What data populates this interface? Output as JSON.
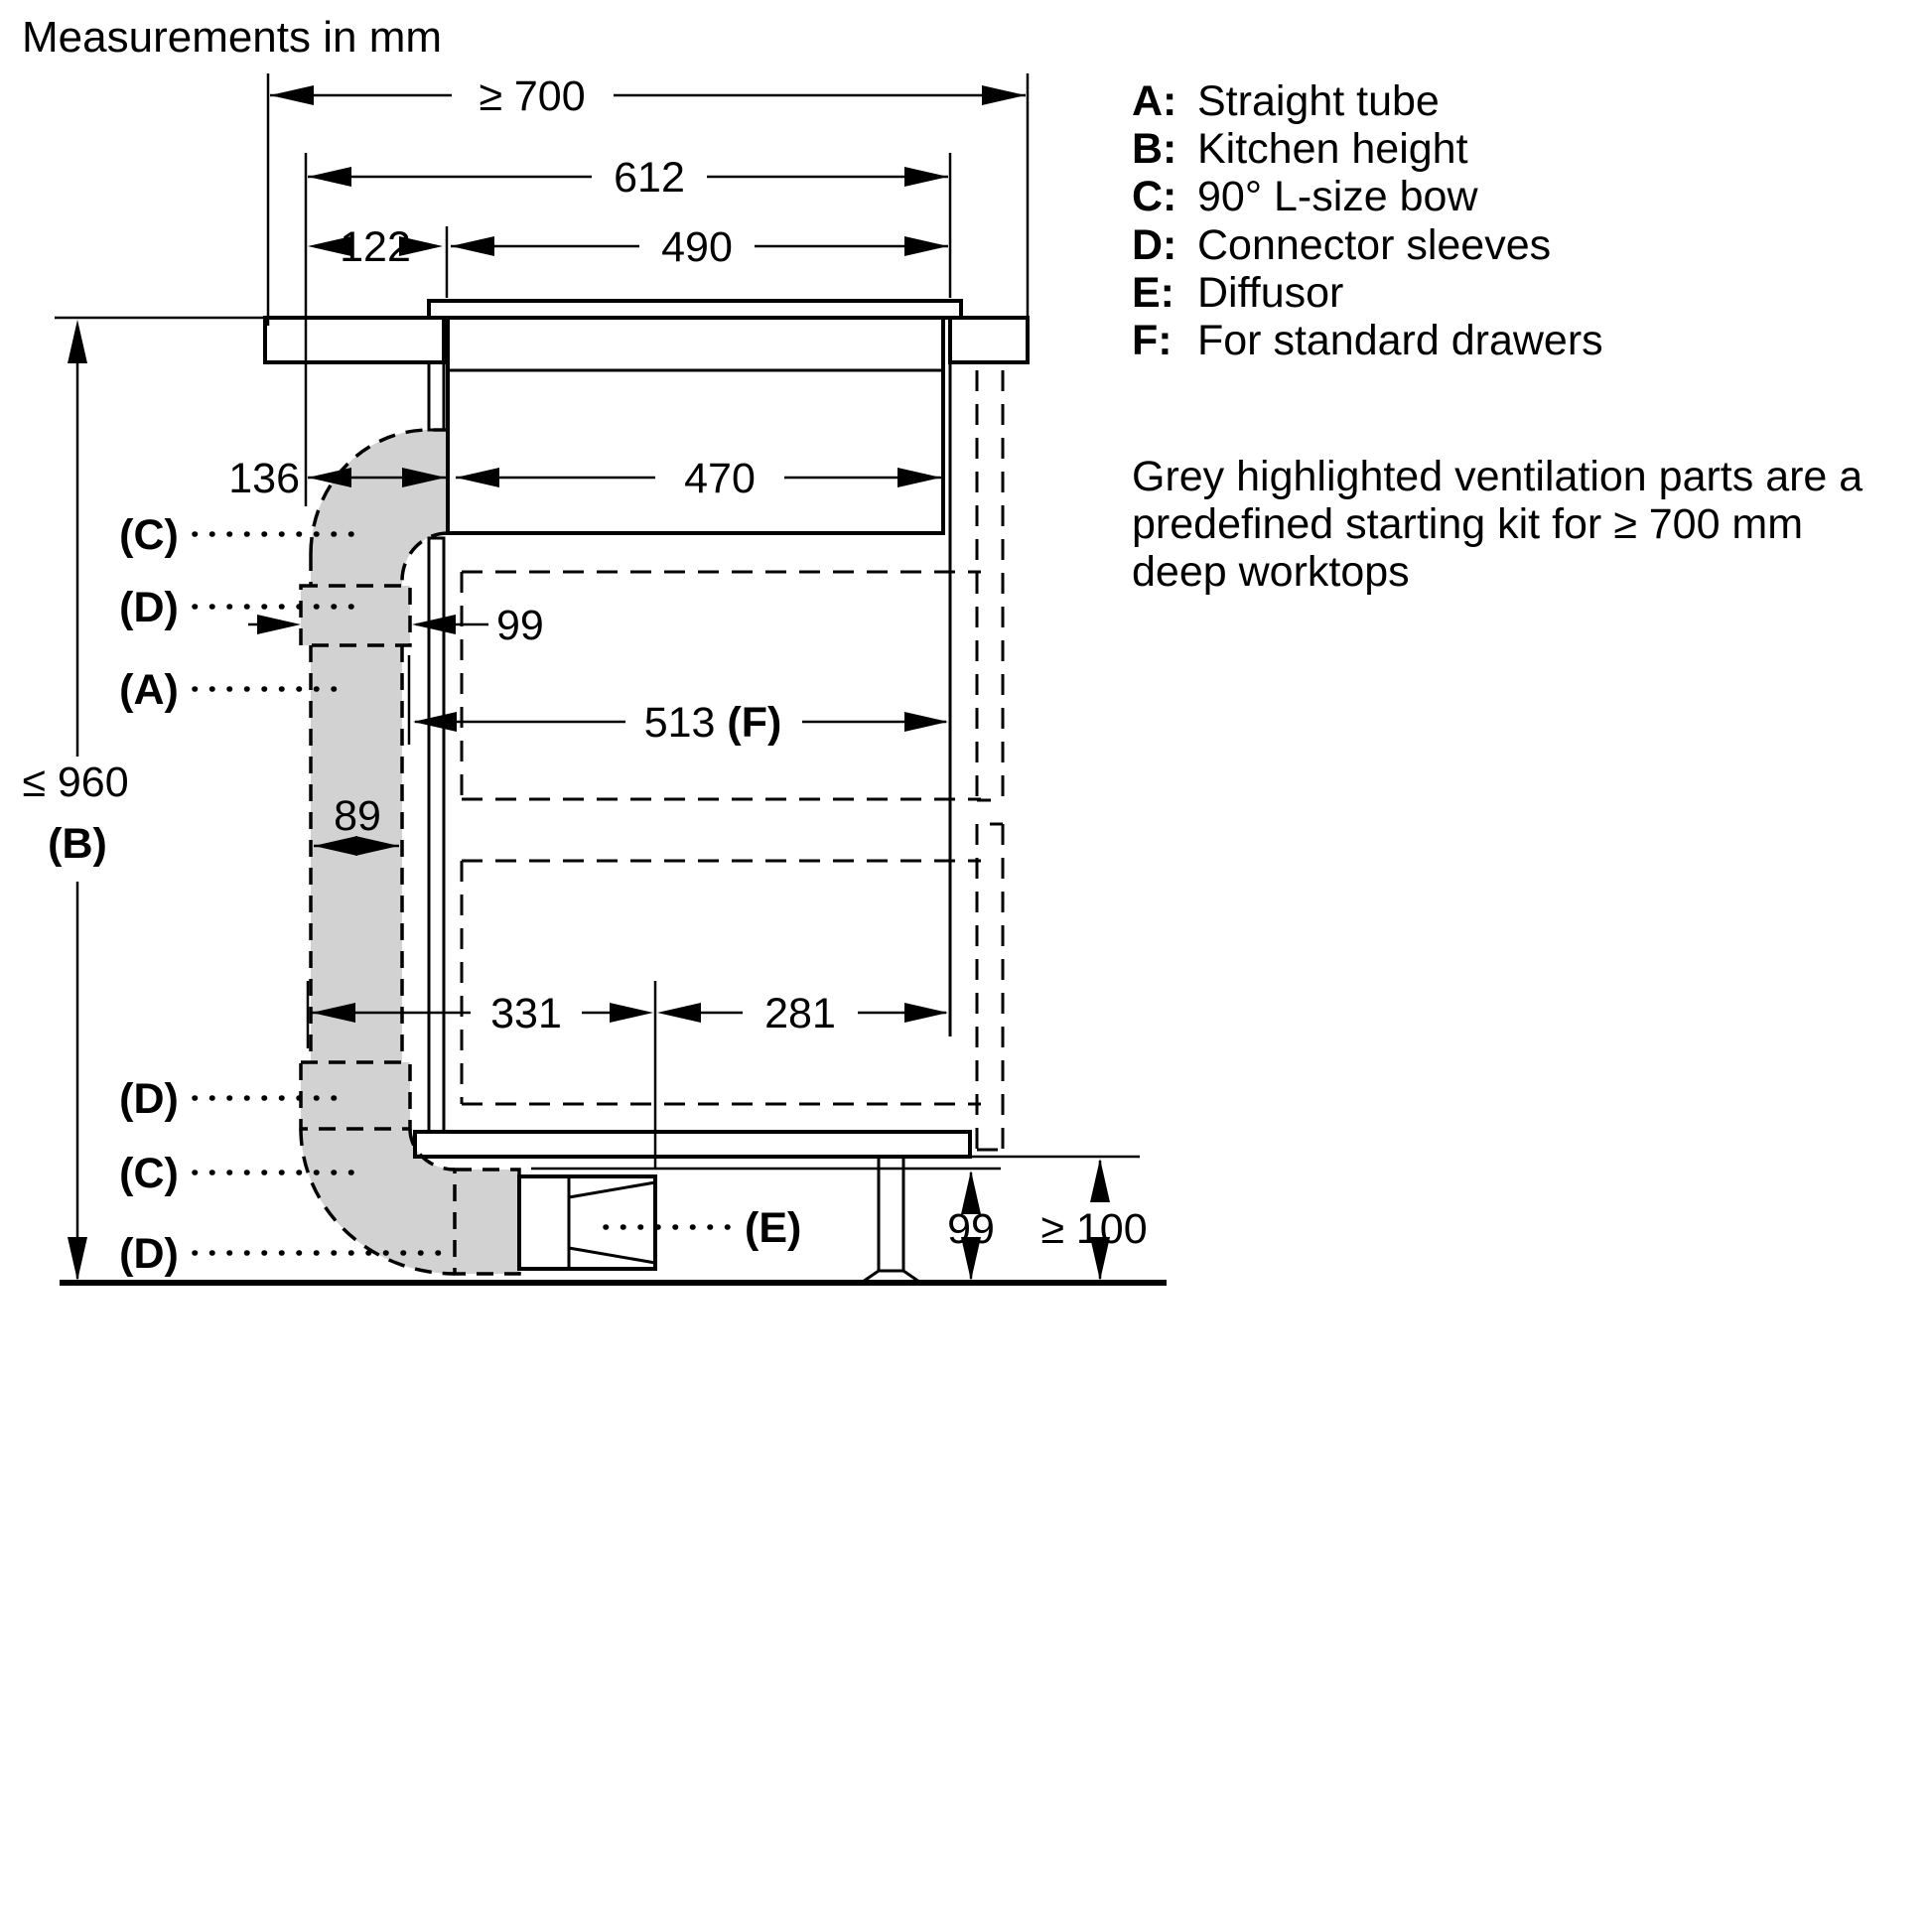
{
  "title": "Measurements in mm",
  "dimensions": {
    "min_worktop_depth": "≥ 700",
    "hob_total_depth": "612",
    "rear_clearance": "122",
    "cutout_depth": "490",
    "duct_projection": "136",
    "hob_body_depth": "470",
    "sleeve_width_top": "99",
    "max_kitchen_height": "≤ 960",
    "kitchen_height_ref": "(B)",
    "tube_width": "89",
    "drawer_clearance_value": "513 ",
    "drawer_clearance_ref": "(F)",
    "bottom_run_rear": "331",
    "bottom_run_front": "281",
    "blower_floor_clearance": "99",
    "plinth_clearance": "≥ 100"
  },
  "part_labels": {
    "bow_top": "(C)",
    "sleeve_top": "(D)",
    "straight_tube": "(A)",
    "sleeve_mid": "(D)",
    "bow_bottom": "(C)",
    "sleeve_bottom": "(D)",
    "diffusor": "(E)"
  },
  "legend": {
    "items": [
      {
        "key": "A:",
        "label": "Straight tube"
      },
      {
        "key": "B:",
        "label": "Kitchen height"
      },
      {
        "key": "C:",
        "label": "90° L-size bow"
      },
      {
        "key": "D:",
        "label": "Connector sleeves"
      },
      {
        "key": "E:",
        "label": "Diffusor"
      },
      {
        "key": "F:",
        "label": "For standard drawers"
      }
    ]
  },
  "note": {
    "lines": [
      "Grey highlighted ventilation parts are a",
      "predefined starting kit for ≥ 700 mm",
      "deep worktops"
    ]
  },
  "colors": {
    "line": "#000000",
    "duct_fill": "#d2d2d2",
    "background": "#ffffff"
  }
}
